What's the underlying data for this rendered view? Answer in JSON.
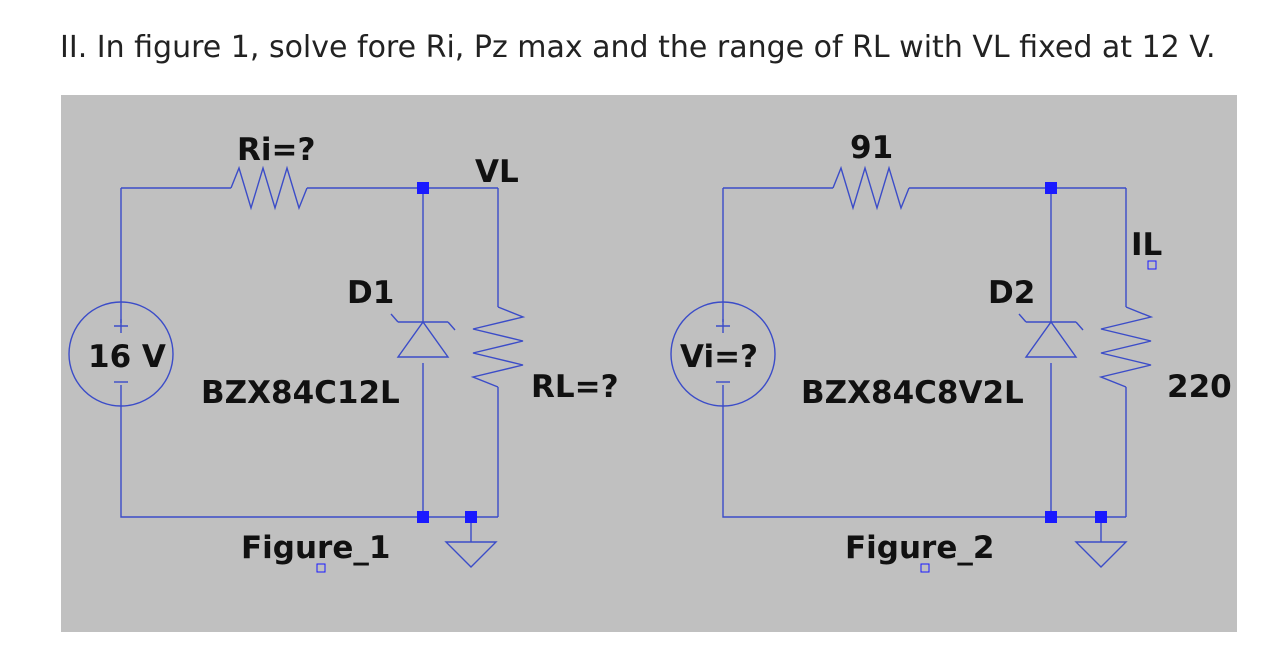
{
  "question": {
    "text": "II.  In figure 1, solve fore Ri, Pz max and the range of RL with VL fixed at 12 V."
  },
  "figure_1": {
    "resistor_label": "Ri=?",
    "node_label": "VL",
    "source_label": "16 V",
    "diode_ref": "D1",
    "diode_part": "BZX84C12L",
    "load_label": "RL=?",
    "figure_label": "Figure_1"
  },
  "figure_2": {
    "resistor_label": "91",
    "current_label": "IL",
    "source_label": "Vi=?",
    "diode_ref": "D2",
    "diode_part": "BZX84C8V2L",
    "load_label": "220",
    "figure_label": "Figure_2"
  },
  "colors": {
    "background": "#c0c0c0",
    "wire": "#3b4cc8",
    "junction": "#1a1aff",
    "text": "#111111"
  }
}
